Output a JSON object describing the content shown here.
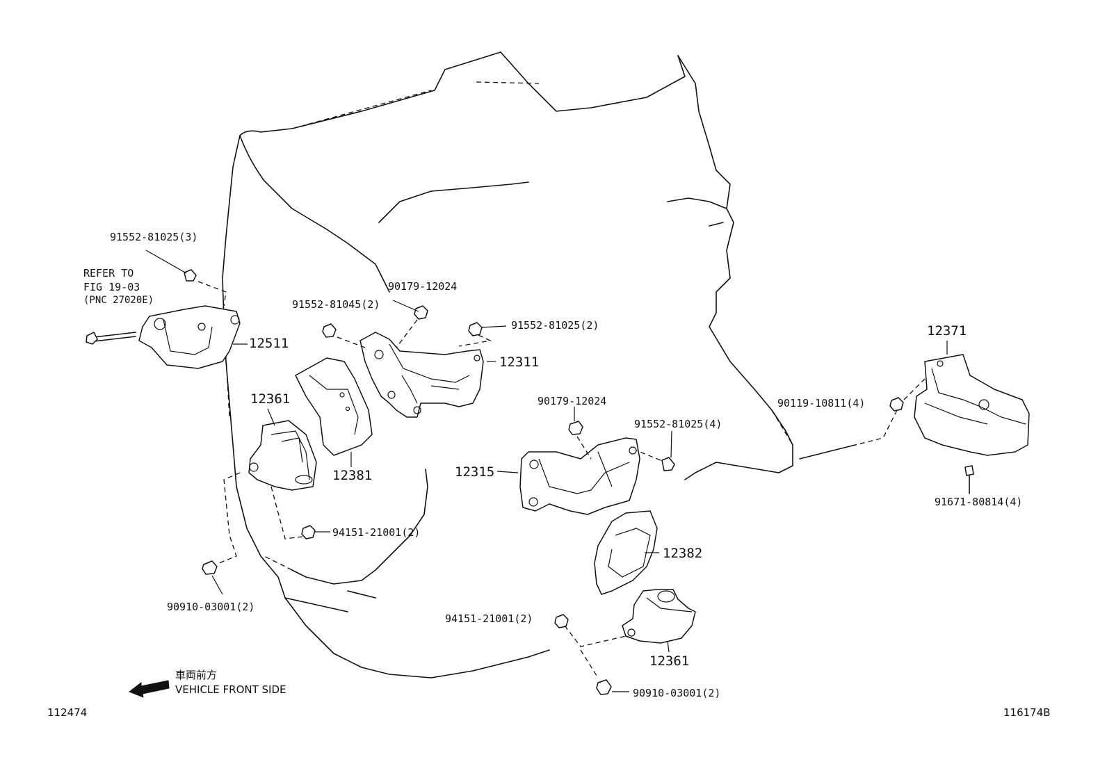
{
  "refer_note": {
    "line1": "REFER TO",
    "line2": "FIG 19-03",
    "line3": "(PNC 27020E)"
  },
  "parts": {
    "p1": "91552-81025(3)",
    "p2": "12511",
    "p3": "12361",
    "p4": "12381",
    "p5": "90910-03001(2)",
    "p6": "94151-21001(2)",
    "p7": "91552-81045(2)",
    "p8": "90179-12024",
    "p9": "91552-81025(2)",
    "p10": "12311",
    "p11": "90179-12024",
    "p12": "91552-81025(4)",
    "p13": "12315",
    "p14": "12382",
    "p15": "94151-21001(2)",
    "p16": "12361",
    "p17": "90910-03001(2)",
    "p18": "12371",
    "p19": "90119-10811(4)",
    "p20": "91671-80814(4)"
  },
  "direction": {
    "japanese": "車両前方",
    "english": "VEHICLE FRONT SIDE",
    "icon": "arrow-left-icon"
  },
  "footer": {
    "left_id": "112474",
    "right_id": "116174B"
  }
}
